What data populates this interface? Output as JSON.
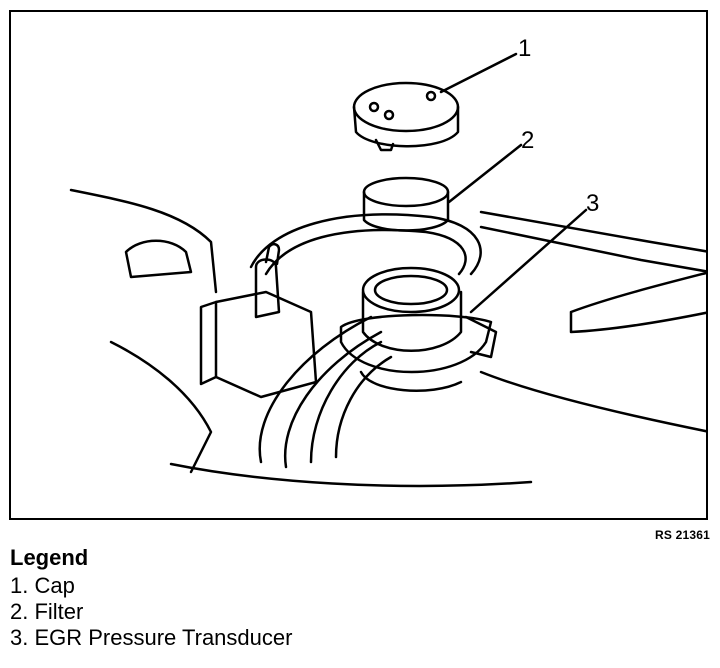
{
  "figure": {
    "reference_code": "RS 21361",
    "callouts": [
      "1",
      "2",
      "3"
    ]
  },
  "legend": {
    "title": "Legend",
    "items": [
      "1. Cap",
      "2. Filter",
      "3. EGR Pressure Transducer"
    ]
  }
}
